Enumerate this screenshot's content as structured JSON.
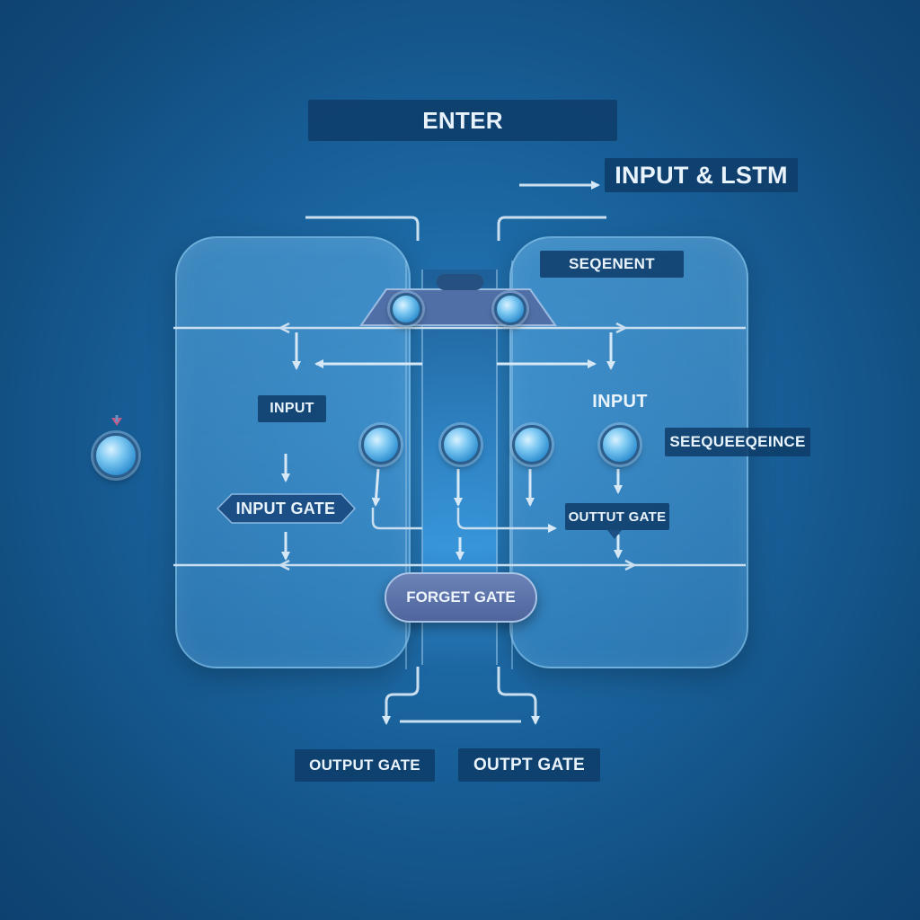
{
  "labels": {
    "enter": "ENTER",
    "input_lstm": "INPUT & LSTM",
    "seqenent": "SEQENENT",
    "input_left": "INPUT",
    "input_right": "INPUT",
    "seequeeqeince": "SEEQUEEQEINCE",
    "input_gate": "INPUT GATE",
    "outtut_gate": "OUTTUT GATE",
    "forget_gate": "FORGET GATE",
    "output_gate": "OUTPUT GATE",
    "outpt_gate": "OUTPT GATE"
  },
  "colors": {
    "background": "#165a91",
    "panel": "#4f9bd6",
    "label_box": "#0e3c69",
    "node": "#7cc8f2",
    "forget_pill": "#5a70a8",
    "connector": "#c9dff0"
  }
}
